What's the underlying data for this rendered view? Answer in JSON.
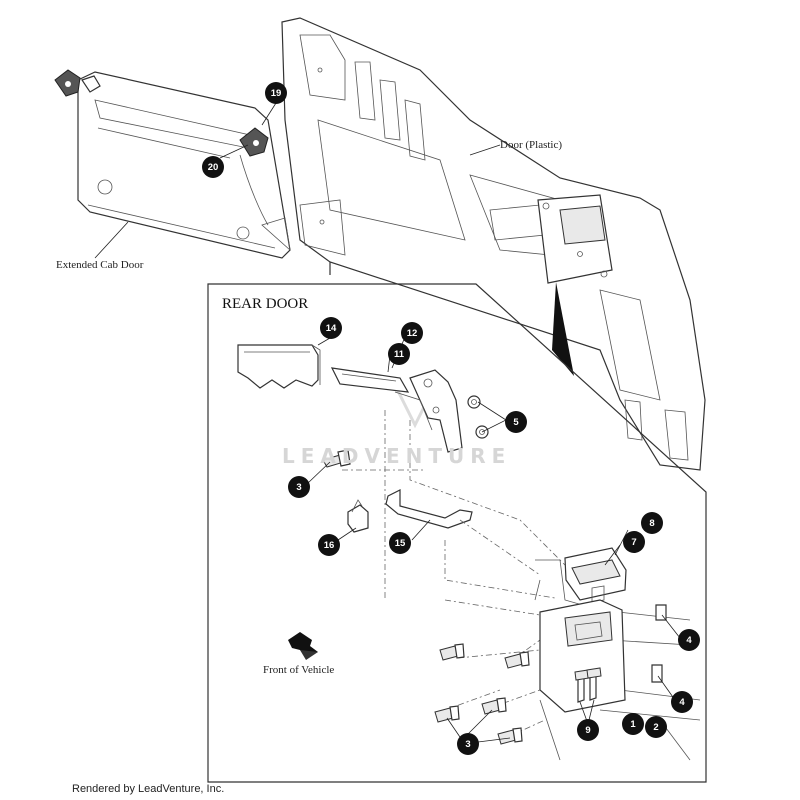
{
  "labels": {
    "door_plastic": "Door (Plastic)",
    "extended_cab_door": "Extended Cab Door",
    "rear_door_title": "REAR DOOR",
    "front_of_vehicle": "Front of Vehicle",
    "rendered_by": "Rendered by LeadVenture, Inc.",
    "watermark": "LEADVENTURE"
  },
  "callouts": {
    "c19": "19",
    "c20": "20",
    "c14": "14",
    "c12": "12",
    "c11": "11",
    "c5": "5",
    "c3a": "3",
    "c16": "16",
    "c15": "15",
    "c8": "8",
    "c7": "7",
    "c4a": "4",
    "c4b": "4",
    "c9": "9",
    "c1": "1",
    "c2": "2",
    "c3b": "3"
  },
  "colors": {
    "callout_fill": "#111111",
    "callout_text": "#ffffff",
    "line": "#333333",
    "watermark": "#d6d6d6"
  },
  "icons": [
    "front-of-vehicle-arrow-icon"
  ]
}
